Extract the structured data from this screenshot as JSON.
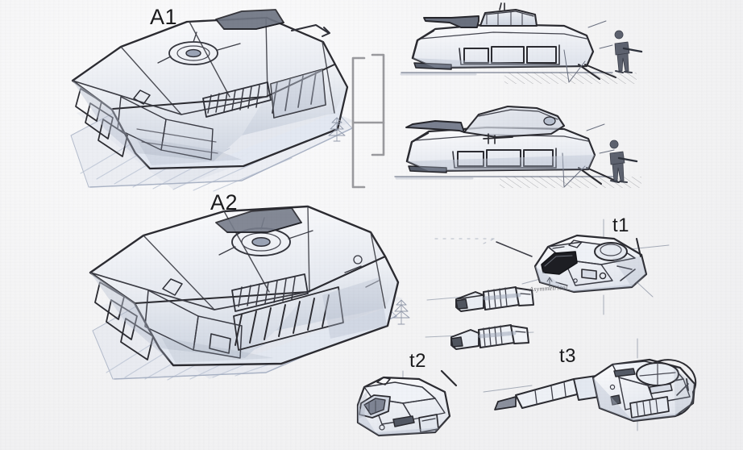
{
  "sheet": {
    "kind": "concept-art-sketch-sheet",
    "subject": "Futuristic tracked / hover tank design exploration",
    "medium": "graphite pencil with cool grey-blue marker wash on white paper",
    "background_color": "#f4f4f5",
    "ink_color": "#2b2b31",
    "wash_color": "#aab3c4"
  },
  "labels": {
    "a1": "A1",
    "a2": "A2",
    "t1": "t1",
    "t2": "t2",
    "t3": "t3"
  },
  "annotations": {
    "asymmetrical_note": "Asymmetrical"
  },
  "views": [
    {
      "id": "a1",
      "label": "A1",
      "caption_position": "top-center-left",
      "description": "Three-quarter perspective view of hull variant A1, hull-down on a shaded ground plate, low wedge silhouette with side skirt vents and a flat dorsal hatch ring",
      "features": [
        "dorsal hatch ring",
        "side louver vents",
        "angled glacis plate",
        "skirted track pods",
        "ground shadow plate",
        "swing-arm arrow callout"
      ]
    },
    {
      "id": "a2",
      "label": "A2",
      "caption_position": "mid-center-left",
      "description": "Three-quarter perspective view of hull variant A2, heavier faceted armour with larger dorsal ring and deep stepped flank louvers",
      "features": [
        "dorsal hatch ring",
        "deep flank louvers",
        "faceted bow armour",
        "ground shadow plate"
      ]
    },
    {
      "id": "side_upper",
      "label": "",
      "description": "Left side elevation of the hull with a boxy low-profile turret and long main gun, soldier drawn alongside for scale, hatched ground line",
      "features": [
        "boxy turret",
        "main gun barrel",
        "scale soldier",
        "hatched ground line"
      ]
    },
    {
      "id": "side_lower",
      "label": "",
      "description": "Left side elevation of the same hull with an alternate rounded streamlined turret and long main gun, soldier drawn alongside for scale",
      "features": [
        "rounded turret",
        "main gun barrel",
        "scale soldier",
        "hatched ground line"
      ]
    }
  ],
  "turrets": [
    {
      "id": "t1",
      "label": "t1",
      "description": "Faceted asymmetric turret with offset sensor drum, dark sighting aperture on left cheek and a thin whip antenna",
      "note": "Asymmetrical",
      "callouts": [
        "sensor drum",
        "dark optics aperture",
        "whip antenna",
        "hatch"
      ]
    },
    {
      "id": "t2",
      "label": "t2",
      "description": "Compact wedge turret with clustered front blocks and a thin needle antenna angled up to the right",
      "callouts": [
        "needle antenna",
        "front block cluster",
        "side hatch"
      ]
    },
    {
      "id": "t3",
      "label": "t3",
      "description": "Broad round-backed turret with a long segmented main gun mounted low-left and a circular commander cupola on top",
      "callouts": [
        "commander cupola",
        "segmented main gun",
        "side stowage panel"
      ]
    }
  ],
  "weapon_modules": [
    {
      "id": "w1",
      "description": "Detached gun module study, upper: stubby barrel with ribbed recoil sleeve and trapezoidal breech housing"
    },
    {
      "id": "w2",
      "description": "Detached gun module study, lower: slimmer barrel with ribbed sleeve and angled breech block"
    }
  ],
  "scale_figures": [
    {
      "id": "soldier-upper",
      "description": "Standing soldier holding rifle, right of the upper side elevation"
    },
    {
      "id": "soldier-lower",
      "description": "Standing soldier holding rifle, right of the lower side elevation"
    },
    {
      "id": "tower-a1",
      "description": "Tiny radio mast / scale marker right of hull A1"
    },
    {
      "id": "tower-a2",
      "description": "Tiny radio mast / scale marker right of hull A2"
    }
  ],
  "connectors": [
    {
      "id": "bracket-left",
      "description": "Tall grey square bracket grouping the A1 and A2 hull views"
    },
    {
      "id": "bracket-right",
      "description": "Tall grey square bracket grouping the two side-elevation views"
    },
    {
      "id": "bracket-tie",
      "description": "Short horizontal grey tie line joining the two brackets"
    }
  ]
}
